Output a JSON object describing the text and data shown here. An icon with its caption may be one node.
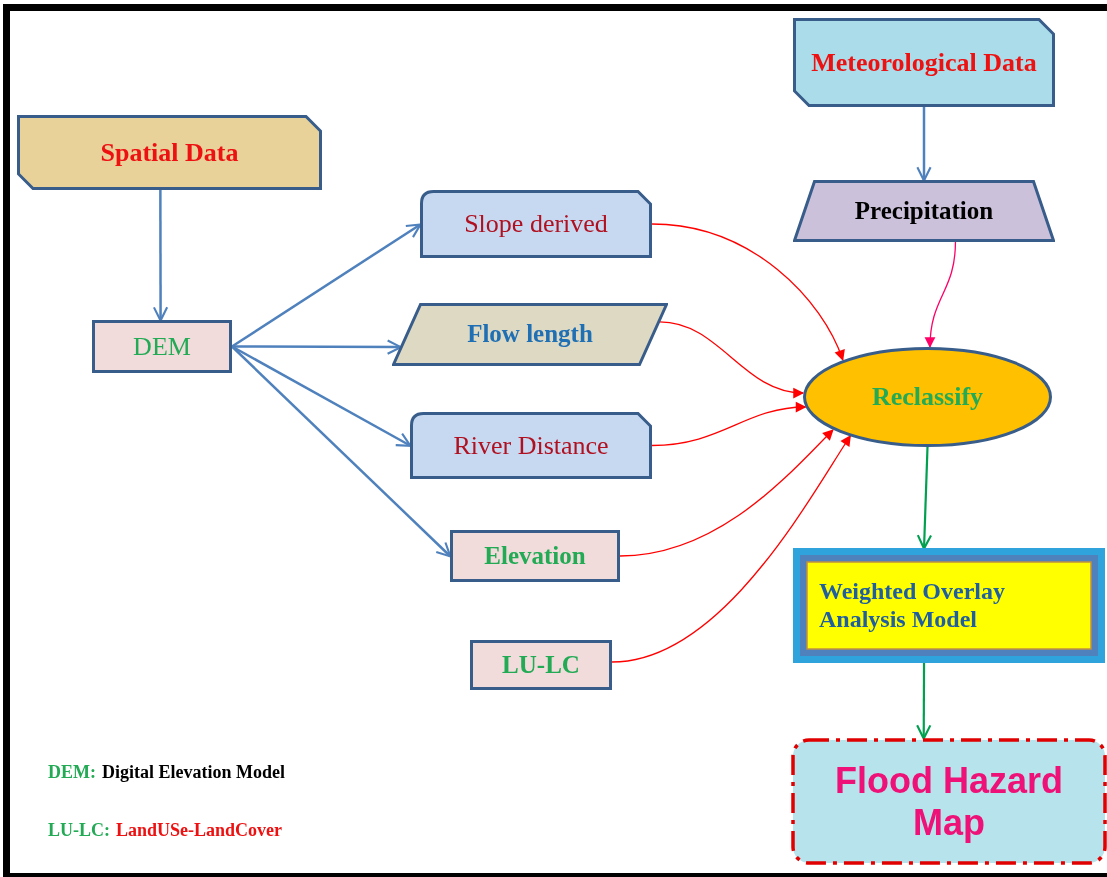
{
  "diagram": {
    "nodes": [
      {
        "text": [
          "Spatial Data"
        ]
      },
      {
        "text": [
          "Meteorological Data"
        ]
      },
      {
        "text": [
          "DEM"
        ]
      },
      {
        "text": [
          "Slope derived"
        ]
      },
      {
        "text": [
          "Precipitation"
        ]
      },
      {
        "text": [
          "Flow length"
        ]
      },
      {
        "text": [
          "Reclassify"
        ]
      },
      {
        "text": [
          "River Distance"
        ]
      },
      {
        "text": [
          "Elevation"
        ]
      },
      {
        "text": [
          "Weighted Overlay Analysis Model"
        ]
      },
      {
        "text": [
          "LU-LC"
        ]
      },
      {
        "text": [
          "Flood Hazard Map"
        ]
      }
    ],
    "edges": [
      {
        "from": 0,
        "to": 2,
        "arrow": "to"
      },
      {
        "from": 1,
        "to": 4,
        "arrow": "to"
      },
      {
        "from": 2,
        "to": 3,
        "arrow": "to"
      },
      {
        "from": 2,
        "to": 5,
        "arrow": "to"
      },
      {
        "from": 2,
        "to": 7,
        "arrow": "to"
      },
      {
        "from": 2,
        "to": 8,
        "arrow": "to"
      },
      {
        "from": 3,
        "to": 6,
        "arrow": "to",
        "color": "#ff0000"
      },
      {
        "from": 4,
        "to": 6,
        "arrow": "to",
        "color": "#ff0066"
      },
      {
        "from": 5,
        "to": 6,
        "arrow": "to",
        "color": "#ff0000"
      },
      {
        "from": 7,
        "to": 6,
        "arrow": "to",
        "color": "#ff0000"
      },
      {
        "from": 8,
        "to": 6,
        "arrow": "to",
        "color": "#ff0000"
      },
      {
        "from": 10,
        "to": 6,
        "arrow": "to",
        "color": "#ff0000"
      },
      {
        "from": 6,
        "to": 9,
        "arrow": "to",
        "color": "#00a050"
      },
      {
        "from": 9,
        "to": 11,
        "arrow": "to",
        "color": "#00a050"
      }
    ],
    "labels": [
      "DEM:",
      "Digital Elevation Model",
      "LU-LC:",
      "LandUSe-LandCover"
    ]
  }
}
